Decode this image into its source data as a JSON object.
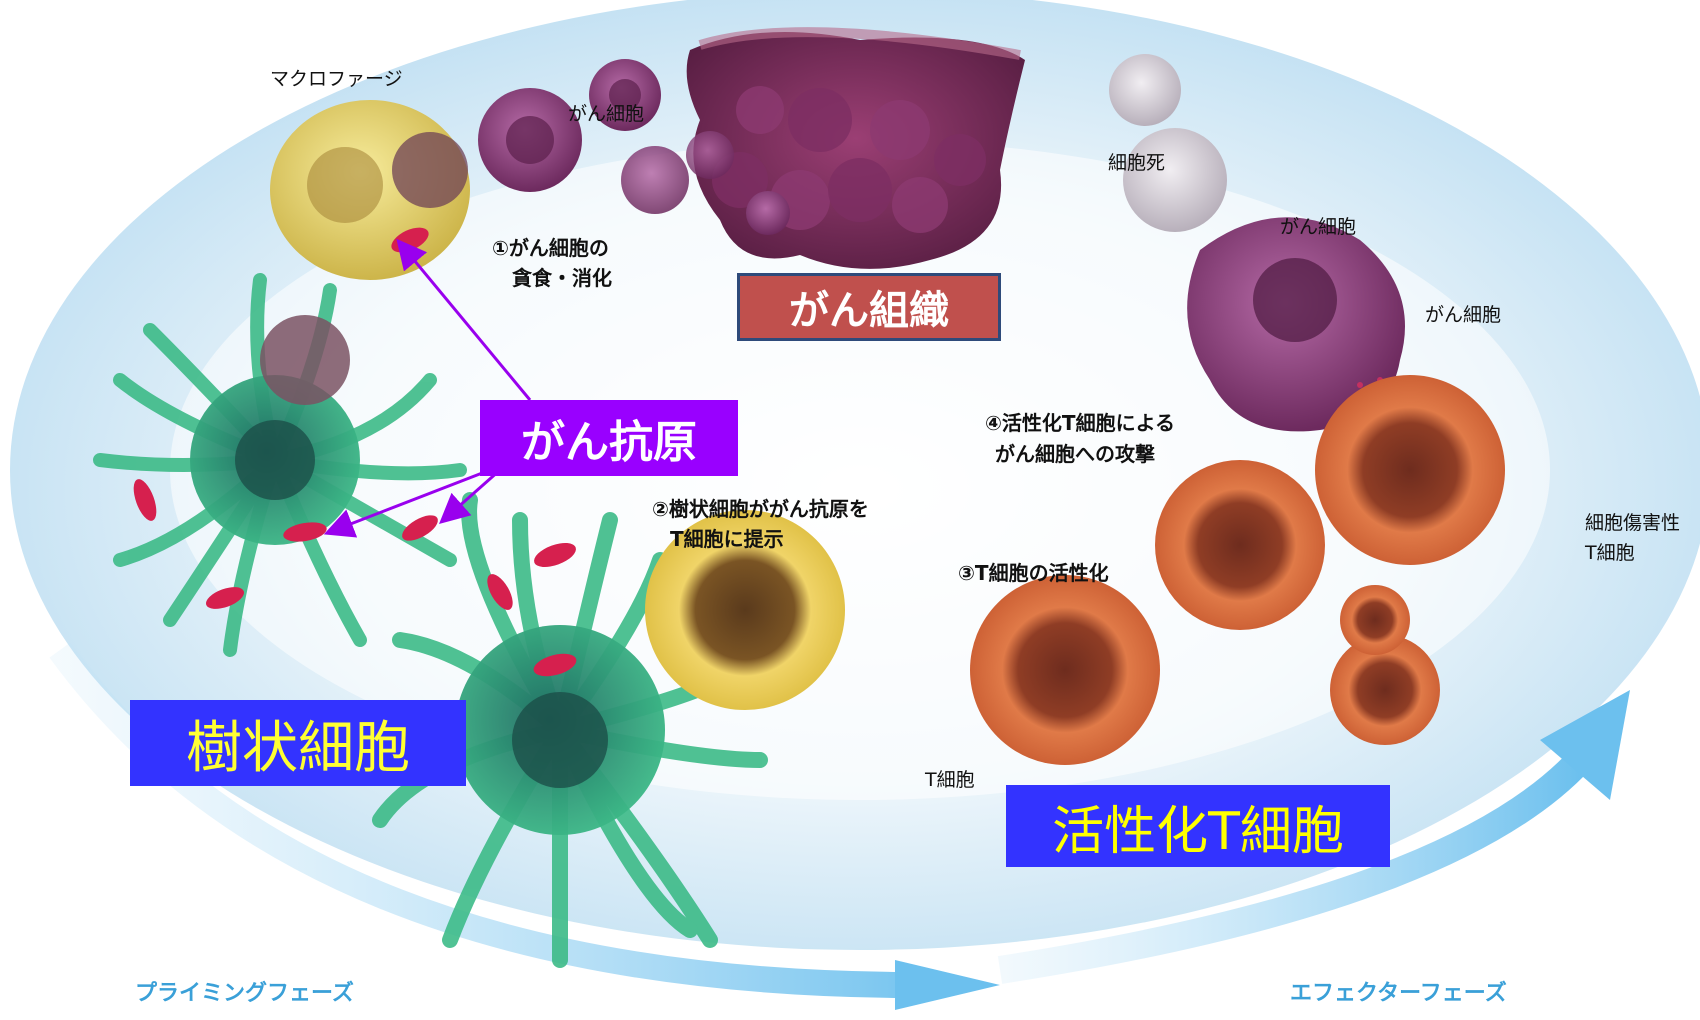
{
  "boxes": {
    "cancer_tissue": "がん組織",
    "cancer_antigen": "がん抗原",
    "dendritic_cell": "樹状細胞",
    "activated_t_cell": "活性化T細胞"
  },
  "labels": {
    "macrophage": "マクロファージ",
    "cancer_cell_top": "がん細胞",
    "step1_line1": "①がん細胞の",
    "step1_line2": "貪食・消化",
    "cell_death": "細胞死",
    "cancer_cell_right_1": "がん細胞",
    "cancer_cell_right_2": "がん細胞",
    "step4_line1": "④活性化T細胞による",
    "step4_line2": "がん細胞への攻撃",
    "step2_line1": "②樹状細胞ががん抗原を",
    "step2_line2": "T細胞に提示",
    "step3": "③T細胞の活性化",
    "cytotoxic_line1": "細胞傷害性",
    "cytotoxic_line2": "T細胞",
    "t_cell": "T細胞"
  },
  "phases": {
    "priming": "プライミングフェーズ",
    "effector": "エフェクターフェーズ"
  },
  "colors": {
    "cancer_tissue_box": "#c0504d",
    "antigen_box": "#9900ff",
    "blue_box": "#3333ff",
    "dendritic_text": "#ffff33",
    "activated_text": "#ffff00",
    "phase_text": "#3aa0d8",
    "arrow_purple": "#9900ee",
    "dendritic_cell": "#2fa37a",
    "macrophage": "#e9d56a",
    "cancer_cell": "#8a3d78",
    "t_cell": "#d9643a"
  }
}
